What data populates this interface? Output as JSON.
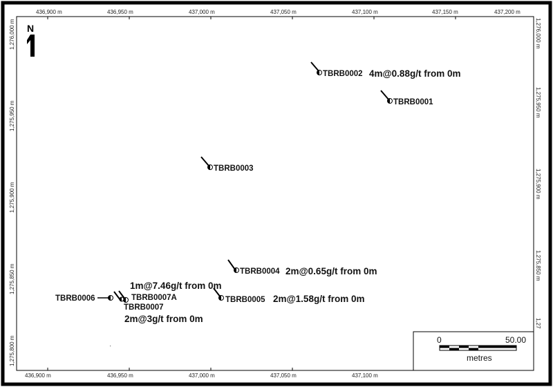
{
  "map": {
    "north_label": "N",
    "x_axis_ticks": [
      "436,900 m",
      "436,950 m",
      "437,000 m",
      "437,050 m",
      "437,100 m",
      "437,150 m",
      "437,200 m"
    ],
    "y_axis_ticks": [
      "1,276,000 m",
      "1,275,950 m",
      "1,275,900 m",
      "1,275,850 m",
      "1,275,800 m"
    ],
    "right_y_ticks": [
      "1,276,000 m",
      "1,275,950 m",
      "1,275,900 m",
      "1,275,850 m",
      "1,27"
    ],
    "bottom_x_ticks": [
      "436,900 m",
      "436,950 m",
      "437,000 m",
      "437,050 m",
      "437,100 m"
    ],
    "drillholes": [
      {
        "id": "TBRB0002",
        "assay": "4m@0.88g/t from 0m"
      },
      {
        "id": "TBRB0001",
        "assay": ""
      },
      {
        "id": "TBRB0003",
        "assay": ""
      },
      {
        "id": "TBRB0004",
        "assay": "2m@0.65g/t from 0m"
      },
      {
        "id": "TBRB0005",
        "assay": "2m@1.58g/t from 0m"
      },
      {
        "id": "TBRB0006",
        "assay": ""
      },
      {
        "id": "TBRB0007A",
        "assay": "1m@7.46g/t from 0m"
      },
      {
        "id": "TBRB0007",
        "assay": "2m@3g/t from 0m"
      }
    ]
  },
  "scalebar": {
    "start_label": "0",
    "end_label": "50.00",
    "unit_label": "metres"
  },
  "colors": {
    "ink": "#111111",
    "frame": "#000000",
    "background": "#ffffff"
  }
}
